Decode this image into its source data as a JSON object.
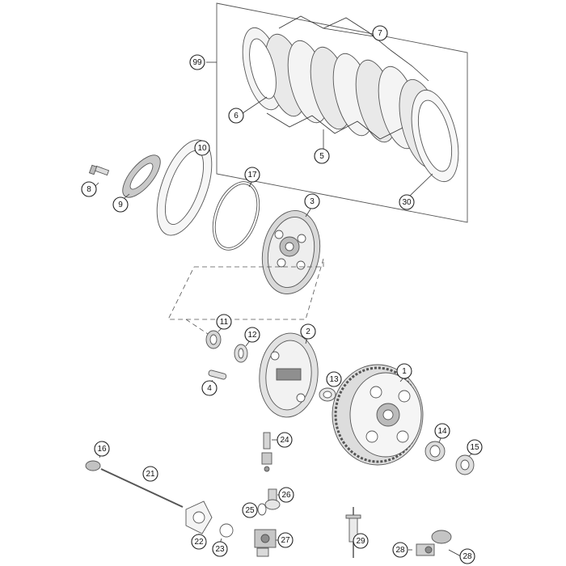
{
  "callouts": [
    {
      "id": "c99",
      "label": "99"
    },
    {
      "id": "c7",
      "label": "7"
    },
    {
      "id": "c6",
      "label": "6"
    },
    {
      "id": "c5",
      "label": "5"
    },
    {
      "id": "c30",
      "label": "30"
    },
    {
      "id": "c10",
      "label": "10"
    },
    {
      "id": "c17",
      "label": "17"
    },
    {
      "id": "c8",
      "label": "8"
    },
    {
      "id": "c9",
      "label": "9"
    },
    {
      "id": "c3",
      "label": "3"
    },
    {
      "id": "c11",
      "label": "11"
    },
    {
      "id": "c12",
      "label": "12"
    },
    {
      "id": "c2",
      "label": "2"
    },
    {
      "id": "c4",
      "label": "4"
    },
    {
      "id": "c1",
      "label": "1"
    },
    {
      "id": "c13",
      "label": "13"
    },
    {
      "id": "c14",
      "label": "14"
    },
    {
      "id": "c15",
      "label": "15"
    },
    {
      "id": "c16",
      "label": "16"
    },
    {
      "id": "c21",
      "label": "21"
    },
    {
      "id": "c24",
      "label": "24"
    },
    {
      "id": "c26",
      "label": "26"
    },
    {
      "id": "c25",
      "label": "25"
    },
    {
      "id": "c22",
      "label": "22"
    },
    {
      "id": "c23",
      "label": "23"
    },
    {
      "id": "c27",
      "label": "27"
    },
    {
      "id": "c29",
      "label": "29"
    },
    {
      "id": "c28a",
      "label": "28"
    },
    {
      "id": "c28b",
      "label": "28"
    }
  ],
  "colors": {
    "line": "#555555",
    "part_fill": "#f2f2f2",
    "part_shade": "#cfcfcf",
    "dark": "#8a8a8a"
  }
}
